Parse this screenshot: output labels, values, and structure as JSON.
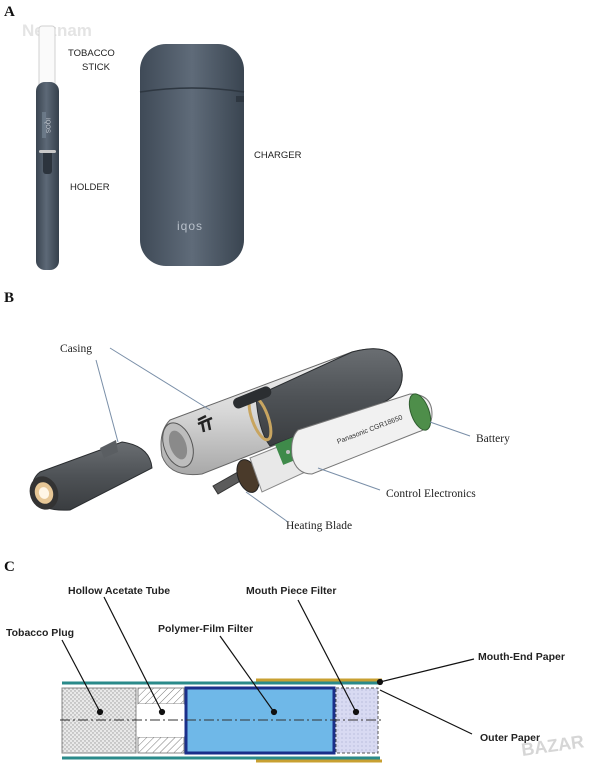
{
  "watermark": {
    "top_left": "Ne znam",
    "bottom_right": "BAZAR"
  },
  "panel_a": {
    "letter": "A",
    "labels": {
      "tobacco_stick_line1": "TOBACCO",
      "tobacco_stick_line2": "STICK",
      "holder": "HOLDER",
      "charger": "CHARGER"
    },
    "holder_text": "IQOS",
    "charger_logo": "iqos"
  },
  "panel_b": {
    "letter": "B",
    "labels": {
      "casing": "Casing",
      "battery": "Battery",
      "control_electronics": "Control Electronics",
      "heating_blade": "Heating Blade"
    },
    "battery_print": "Panasonic CGR18650"
  },
  "panel_c": {
    "letter": "C",
    "labels": {
      "hollow_acetate_tube": "Hollow Acetate Tube",
      "mouth_piece_filter": "Mouth Piece Filter",
      "tobacco_plug": "Tobacco Plug",
      "polymer_film_filter": "Polymer-Film Filter",
      "mouth_end_paper": "Mouth-End Paper",
      "outer_paper": "Outer Paper"
    }
  },
  "colors": {
    "device_dark": "#4a5563",
    "device_mid": "#5e6a78",
    "polymer_filter": "#6fb8e8",
    "mouth_filter": "#d6d8f0",
    "mouth_end_paper": "#c8a032",
    "outer_paper": "#2a8a8a"
  }
}
